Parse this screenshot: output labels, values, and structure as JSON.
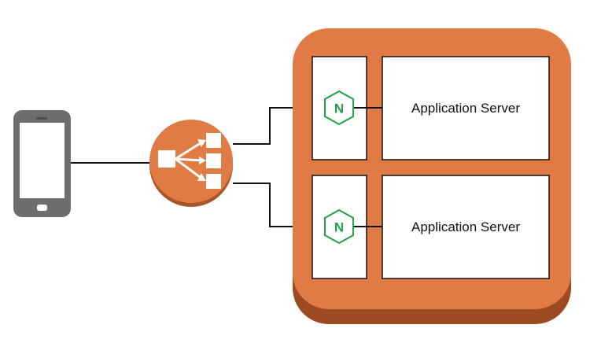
{
  "diagram": {
    "client": {
      "icon": "smartphone-icon"
    },
    "load_balancer": {
      "icon": "load-balancer-icon",
      "color": "#E07B45"
    },
    "host": {
      "color": "#E07B45",
      "shadow_color": "#9C4A22"
    },
    "nodes": [
      {
        "proxy_icon": "nginx-icon",
        "proxy_letter": "N",
        "server_label": "Application Server"
      },
      {
        "proxy_icon": "nginx-icon",
        "proxy_letter": "N",
        "server_label": "Application Server"
      }
    ],
    "colors": {
      "nginx_green": "#22A14A",
      "line": "#111111",
      "phone_body": "#6E6E70",
      "box_border": "#111111"
    }
  }
}
